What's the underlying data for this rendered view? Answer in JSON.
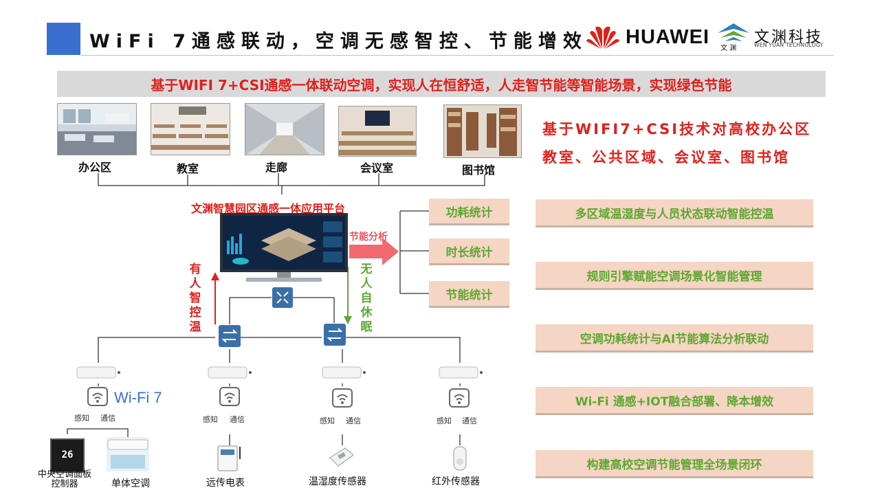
{
  "header": {
    "title": "WiFi 7通感联动，空调无感智控、节能增效",
    "huawei": "HUAWEI",
    "company_cn": "文渊科技",
    "company_en": "WEN YUAN TECHNOLOGY",
    "company_small": "文 渊"
  },
  "banner": "基于WIFI 7+CSI通感一体联动空调，实现人在恒舒适，人走智节能等智能场景，实现绿色节能",
  "places": [
    "办公区",
    "教室",
    "走廊",
    "会议室",
    "图书馆"
  ],
  "right_headline": [
    "基于WIFI7+CSI技术对高校办公区",
    "教室、公共区域、会议室、图书馆"
  ],
  "platform": {
    "title": "文渊智慧园区通感一体应用平台",
    "saving": "节能分析",
    "left_vertical": [
      "有",
      "人",
      "智",
      "控",
      "温"
    ],
    "right_vertical": [
      "无",
      "人",
      "自",
      "休",
      "眠"
    ]
  },
  "stats": [
    "功耗统计",
    "时长统计",
    "节能统计"
  ],
  "features": [
    "多区域温湿度与人员状态联动智能控温",
    "规则引擎赋能空调场景化智能管理",
    "空调功耗统计与AI节能算法分析联动",
    "Wi-Fi 通感+IOT融合部署、降本增效",
    "构建高校空调节能管理全场景闭环"
  ],
  "network": {
    "wifi_label": "Wi-Fi 7",
    "sense": "感知",
    "comm": "通信",
    "devices": [
      "中央空调面板控制器",
      "单体空调",
      "远传电表",
      "温湿度传感器",
      "红外传感器"
    ],
    "panel_reading": "26"
  },
  "colors": {
    "accent_red": "#e0201c",
    "green": "#5fa832",
    "blue": "#3a6fd0",
    "box": "#f5d5c3"
  }
}
